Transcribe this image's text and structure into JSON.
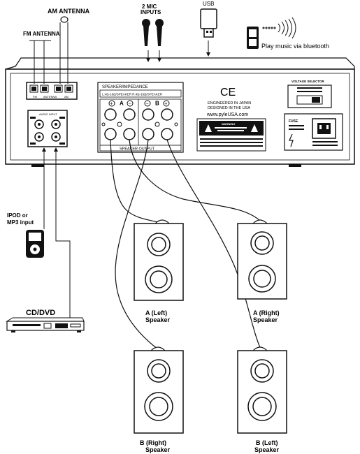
{
  "labels": {
    "am_antenna": "AM ANTENNA",
    "fm_antenna": "FM ANTENNA",
    "mic_inputs_line1": "2 MIC",
    "mic_inputs_line2": "INPUTS",
    "usb": "USB",
    "bluetooth": "Play music via bluetooth",
    "ipod_line1": "IPOD or",
    "ipod_line2": "MP3 input",
    "cddvd": "CD/DVD",
    "speaker_a_left_line1": "A (Left)",
    "speaker_a_left_line2": "Speaker",
    "speaker_a_right_line1": "A (Right)",
    "speaker_a_right_line2": "Speaker",
    "speaker_b_right_line1": "B (Right)",
    "speaker_b_right_line2": "Speaker",
    "speaker_b_left_line1": "B (Left)",
    "speaker_b_left_line2": "Speaker"
  },
  "panel": {
    "antenna_fm": "FM",
    "antenna_word": "ANTENNA",
    "antenna_am": "AM",
    "audio_input": "AUDIO INPUT",
    "speaker_impedance": "SPEAKER/IMPEDANCE",
    "impedance_detail": "L:4Ω-16Ω/SPEAKER R:4Ω-16Ω/SPEAKER",
    "plus": "+",
    "minus": "−",
    "channel_a": "A",
    "channel_b": "B",
    "speaker_output": "SPEAKER OUTPUT",
    "ce": "CE",
    "engineered": "ENGINEERED IN JAPAN",
    "designed": "DESIGNED IN THE USA",
    "url": "www.pyleUSA.com",
    "voltage_selector": "VOLTAGE SELECTOR",
    "fuse": "FUSE",
    "warning": "WARNING"
  },
  "colors": {
    "line": "#111111",
    "panel_fill": "#ffffff",
    "dark_fill": "#111111"
  }
}
